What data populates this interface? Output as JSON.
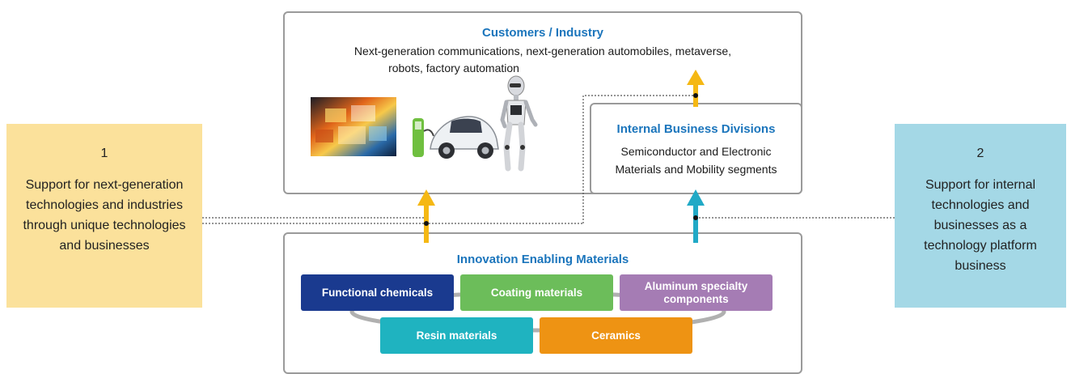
{
  "left_panel": {
    "number": "1",
    "text": "Support for next-generation technologies and industries through unique technologies and businesses",
    "color": "#fbe19b"
  },
  "right_panel": {
    "number": "2",
    "text": "Support for internal technologies and businesses as a technology platform business",
    "color": "#a4d8e6"
  },
  "customers": {
    "title": "Customers / Industry",
    "line1": "Next-generation communications, next-generation automobiles, metaverse,",
    "line2": "robots, factory automation",
    "images": [
      "digital-display-image",
      "electric-car-image",
      "humanoid-robot-image"
    ]
  },
  "internal": {
    "title": "Internal Business Divisions",
    "line1": "Semiconductor and Electronic",
    "line2": "Materials and Mobility segments"
  },
  "innovation": {
    "title": "Innovation Enabling Materials",
    "materials": [
      {
        "label": "Functional chemicals",
        "color": "#1a3a8f"
      },
      {
        "label": "Coating materials",
        "color": "#6cbd5a"
      },
      {
        "label": "Aluminum specialty components",
        "color": "#a57cb4"
      },
      {
        "label": "Resin materials",
        "color": "#1fb3c0"
      },
      {
        "label": "Ceramics",
        "color": "#ee9313"
      }
    ]
  },
  "arrow_colors": {
    "yellow": "#f5b814",
    "teal": "#21a9c6"
  }
}
